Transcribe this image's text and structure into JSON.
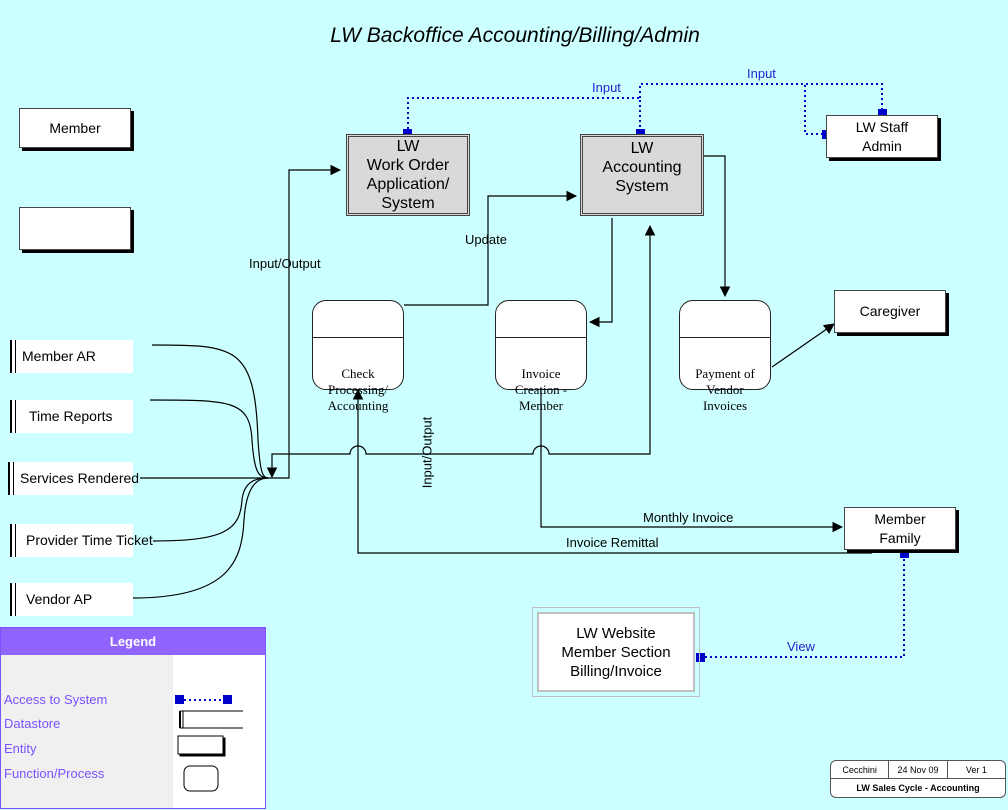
{
  "title": "LW Backoffice Accounting/Billing/Admin",
  "entities": {
    "member": "Member",
    "blank": "",
    "staff_admin": "LW Staff\nAdmin",
    "caregiver": "Caregiver",
    "member_family": "Member\nFamily"
  },
  "systems": {
    "work_order": "LW\nWork Order\nApplication/\nSystem",
    "accounting": "LW\nAccounting\nSystem"
  },
  "processes": {
    "check": "Check\nProcessing/\nAccounting",
    "invoice": "Invoice\nCreation -\nMember",
    "payment": "Payment of\nVendor\nInvoices"
  },
  "datastores": [
    "Member AR",
    "Time Reports",
    "Services Rendered",
    "Provider Time Ticket",
    "Vendor AP"
  ],
  "website": "LW Website\nMember Section\nBilling/Invoice",
  "flow_labels": {
    "input1": "Input",
    "input2": "Input",
    "update": "Update",
    "input_output_left": "Input/Output",
    "input_output_vertical": "Input/Output",
    "monthly_invoice": "Monthly Invoice",
    "invoice_remittal": "Invoice Remittal",
    "view": "View"
  },
  "legend": {
    "header": "Legend",
    "items": [
      "Access to System",
      "Datastore",
      "Entity",
      "Function/Process"
    ]
  },
  "footer": {
    "author": "Cecchini",
    "date": "24 Nov 09",
    "version": "Ver 1",
    "caption": "LW Sales Cycle - Accounting"
  },
  "colors": {
    "background": "#ccffff",
    "access_line": "#0000cc",
    "legend_accent": "#8f64ff"
  }
}
